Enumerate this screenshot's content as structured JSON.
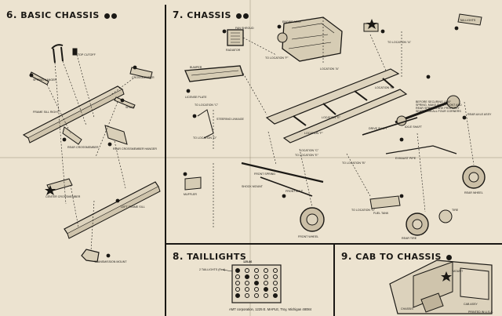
{
  "sections": {
    "basic_chassis": {
      "step": "6.",
      "title": "BASIC CHASSIS",
      "labels": [
        "TOP CUTOFF",
        "SPRING HANGER",
        "CROSSMEMBER",
        "SPACE",
        "FRAME SILL RIGHT",
        "REAR CROSSMEMBER",
        "REAR CROSSMEMBER HANGER",
        "CENTER CROSSMEMBER",
        "LEFT FRAME SILL",
        "TRANSMISSION MOUNT"
      ]
    },
    "chassis": {
      "step": "7.",
      "title": "CHASSIS",
      "labels": [
        "FAN SHROUD",
        "RADIATOR",
        "ENGINE ASSY",
        "TO LOCATION \"F\"",
        "LOCATION \"A\"",
        "BUMPER",
        "LICENSE PLATE",
        "TO LOCATION \"C\"",
        "STEERING LINKAGE",
        "TO LOCATION \"D\"",
        "LOCATION \"E\"",
        "LOCATION \"F\"",
        "LOCATION \"C\"",
        "TO LOCATION \"E\"",
        "TO LOCATION \"B\"",
        "FRONT SPRING",
        "SHOCK MOUNT",
        "FRONT AXLE",
        "TO LOCATION \"D\"",
        "AXLE SHAFT",
        "REAR AXLE ASSY",
        "TAILLIGHTS",
        "FRONT WHEEL",
        "REAR WHEEL",
        "TIRE",
        "REAR TIRE",
        "DRIVE SHAFT",
        "EXHAUST PIPE",
        "FUEL TANK",
        "MUFFLER",
        "TO LOCATION \"A\"",
        "LOCATION \"B\""
      ],
      "note": "BEFORE SECURING LEAF SPRING, MAKE SURE FRONT AND REAR SPRINGS ARE PROPERLY SEATED ON ALL FOUR CORNERS"
    },
    "taillights": {
      "step": "8.",
      "title": "TAILLIGHTS",
      "part_code": "125-86",
      "label": "2 TAILLIGHTS (Red)"
    },
    "cab_to_chassis": {
      "step": "9.",
      "title": "CAB TO CHASSIS",
      "labels": [
        "CHASSIS",
        "CAB ASSY",
        "MOUNT"
      ]
    }
  },
  "footer": "AMT corporation, 1225 E. MAPLE, Troy, Michigan 48084",
  "copyright": "PRINTED IN U.S.A."
}
